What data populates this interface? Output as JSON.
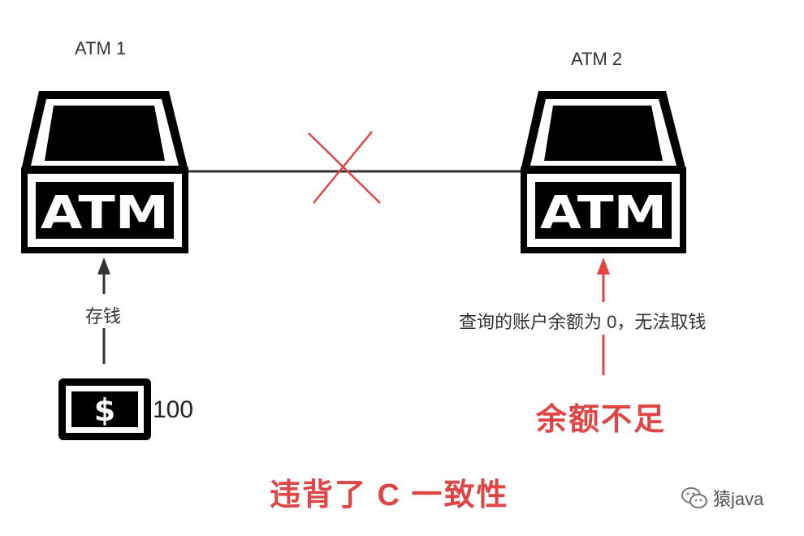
{
  "atm_left": {
    "title": "ATM 1",
    "screen_text": "ATM",
    "action_label": "存钱"
  },
  "atm_right": {
    "title": "ATM 2",
    "screen_text": "ATM",
    "query_label": "查询的账户余额为 0，无法取钱",
    "result_label": "余额不足"
  },
  "card": {
    "symbol": "$",
    "amount": "100"
  },
  "conclusion": "违背了 C 一致性",
  "watermark": {
    "icon": "wechat-icon",
    "text": "猿java"
  },
  "colors": {
    "accent_red": "#e04545",
    "ink": "#000000",
    "line": "#333333"
  }
}
